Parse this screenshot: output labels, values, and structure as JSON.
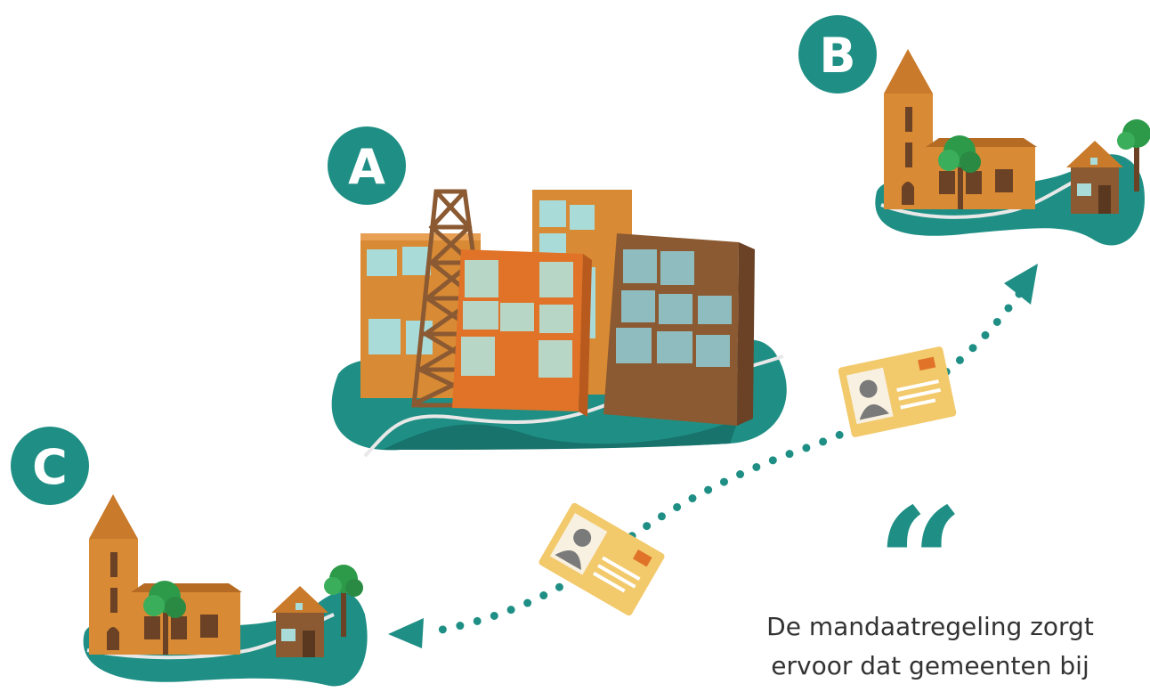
{
  "badges": {
    "a": "A",
    "b": "B",
    "c": "C"
  },
  "quote": {
    "mark": "“",
    "line1": "De mandaatregeling zorgt",
    "line2": "ervoor dat gemeenten bij"
  },
  "colors": {
    "teal": "#1f8f85",
    "teal_dark": "#17736b",
    "orange": "#d98a34",
    "orange_bright": "#e07328",
    "brown": "#8b5a32",
    "window": "#a9dbd9",
    "card": "#f2c96b",
    "text": "#333333"
  }
}
